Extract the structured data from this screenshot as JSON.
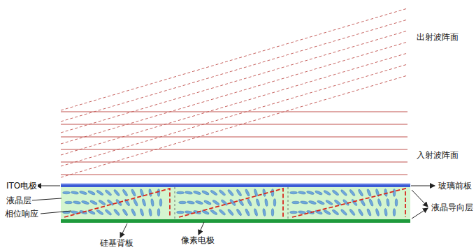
{
  "diagram": {
    "labels": [
      "出射波阵面",
      "入射波阵面",
      "ITO电极",
      "玻璃前板",
      "液晶层",
      "液晶导向层",
      "相位响应",
      "硅基背板",
      "像素电极"
    ]
  }
}
